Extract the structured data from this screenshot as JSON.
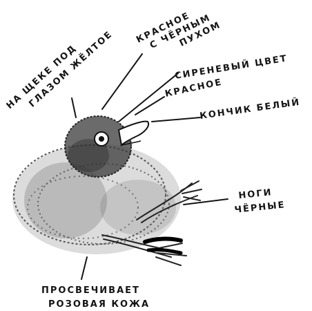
{
  "labels": {
    "cheek_line1": "На щеке под",
    "cheek_line2": "глазом жёлтое",
    "red_black_line1": "красное",
    "red_black_line2": "с чёрным",
    "red_black_line3": "пухом",
    "lilac": "сиреневый цвет",
    "red": "красное",
    "tip": "кончик белый",
    "legs_line1": "ноги",
    "legs_line2": "чёрные",
    "skin_line1": "просвечивает",
    "skin_line2": "розовая кожа"
  },
  "colors": {
    "ink": "#141414",
    "plumage_dark": "#3a3a3a",
    "plumage_light": "#8c8c8c",
    "paper": "#ffffff"
  }
}
